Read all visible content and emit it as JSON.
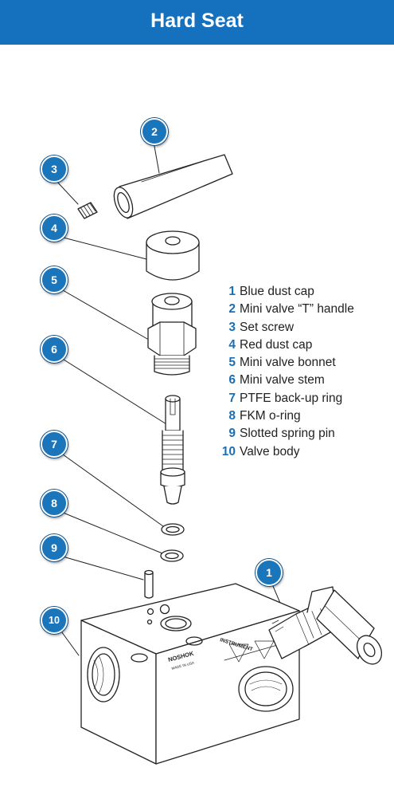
{
  "header": {
    "title": "Hard Seat"
  },
  "colors": {
    "header_bg": "#1571be",
    "callout_bg": "#1b75bb",
    "legend_number": "#1a6fb5"
  },
  "callouts": [
    {
      "number": "1",
      "part": "Blue dust cap"
    },
    {
      "number": "2",
      "part": "Mini valve “T” handle"
    },
    {
      "number": "3",
      "part": "Set screw"
    },
    {
      "number": "4",
      "part": "Red dust cap"
    },
    {
      "number": "5",
      "part": "Mini valve bonnet"
    },
    {
      "number": "6",
      "part": "Mini valve stem"
    },
    {
      "number": "7",
      "part": "PTFE back-up ring"
    },
    {
      "number": "8",
      "part": "FKM o-ring"
    },
    {
      "number": "9",
      "part": "Slotted spring pin"
    },
    {
      "number": "10",
      "part": "Valve body"
    }
  ],
  "body_markings": {
    "port_label": "INSTRUMENT",
    "brand": "NOSHOK",
    "origin": "MADE IN USA"
  }
}
